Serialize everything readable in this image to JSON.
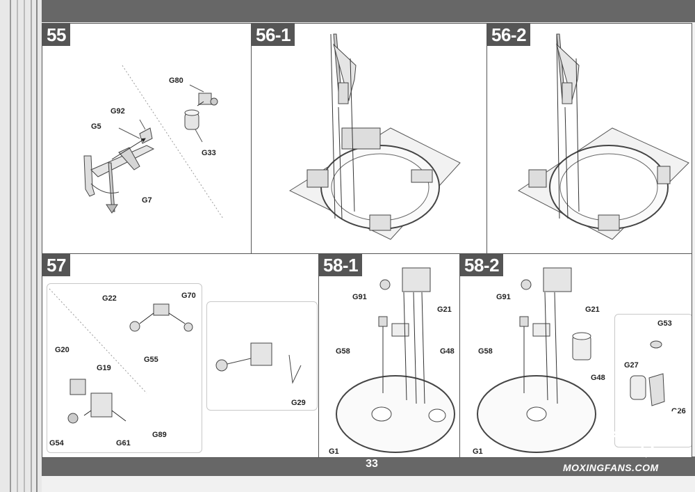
{
  "page": {
    "number": "33",
    "watermark": "MOXINGFANS.COM"
  },
  "steps": {
    "s55": {
      "tag": "55",
      "labels": {
        "g80": "G80",
        "g92": "G92",
        "g5": "G5",
        "g33": "G33",
        "g7": "G7"
      }
    },
    "s56_1": {
      "tag": "56-1"
    },
    "s56_2": {
      "tag": "56-2"
    },
    "s57": {
      "tag": "57",
      "labels": {
        "g22": "G22",
        "g70": "G70",
        "g55": "G55",
        "g20": "G20",
        "g19": "G19",
        "g54": "G54",
        "g61": "G61",
        "g89": "G89",
        "g29": "G29"
      }
    },
    "s58_1": {
      "tag": "58-1",
      "labels": {
        "g91": "G91",
        "g21": "G21",
        "g58": "G58",
        "g48": "G48",
        "g1": "G1"
      }
    },
    "s58_2": {
      "tag": "58-2",
      "labels": {
        "g91": "G91",
        "g21": "G21",
        "g58": "G58",
        "g48": "G48",
        "g53": "G53",
        "g27": "G27",
        "g26": "G26",
        "g1": "G1"
      }
    }
  }
}
